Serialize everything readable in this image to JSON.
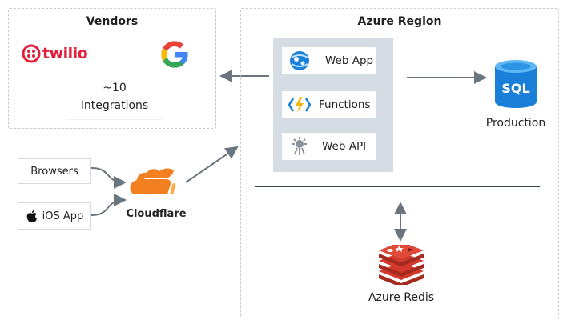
{
  "vendors": {
    "title": "Vendors",
    "twilio_logo": "twilio",
    "google_logo": "G",
    "integrations_line1": "~10",
    "integrations_line2": "Integrations"
  },
  "clients": {
    "browsers": "Browsers",
    "ios_app": "iOS App"
  },
  "cloudflare": {
    "label": "Cloudflare"
  },
  "azure": {
    "title": "Azure Region",
    "services": [
      {
        "label": "Web App",
        "icon": "web-app-icon"
      },
      {
        "label": "Functions",
        "icon": "functions-icon"
      },
      {
        "label": "Web API",
        "icon": "web-api-icon"
      }
    ],
    "sql": {
      "icon_text": "SQL",
      "label": "Production"
    },
    "redis": {
      "label": "Azure Redis"
    }
  },
  "colors": {
    "twilio": "#e31e3a",
    "cloudflare": "#f38020",
    "azure_blue": "#1a7fd9",
    "redis": "#d33a2c",
    "service_panel": "#d5dce3",
    "arrow": "#6b7580"
  }
}
